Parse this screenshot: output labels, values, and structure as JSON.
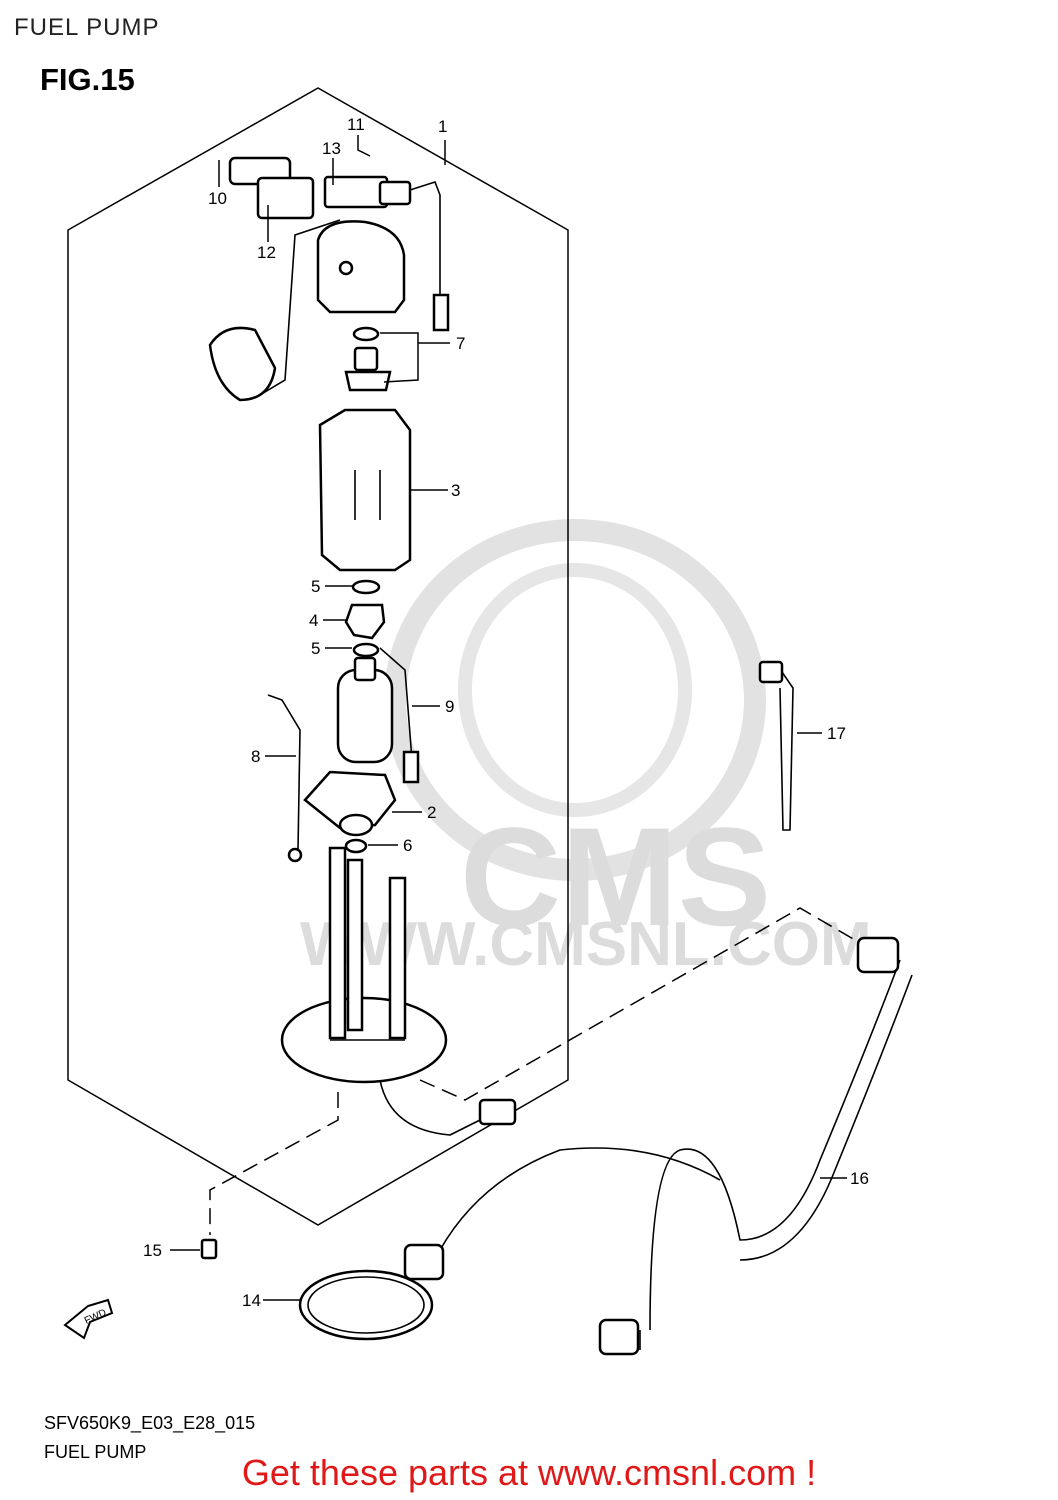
{
  "header": {
    "title": "FUEL PUMP",
    "figure": "FIG.15"
  },
  "callouts": [
    {
      "id": "c1",
      "text": "1"
    },
    {
      "id": "c2",
      "text": "2"
    },
    {
      "id": "c3",
      "text": "3"
    },
    {
      "id": "c4",
      "text": "4"
    },
    {
      "id": "c5a",
      "text": "5"
    },
    {
      "id": "c5b",
      "text": "5"
    },
    {
      "id": "c6",
      "text": "6"
    },
    {
      "id": "c7",
      "text": "7"
    },
    {
      "id": "c8",
      "text": "8"
    },
    {
      "id": "c9",
      "text": "9"
    },
    {
      "id": "c10",
      "text": "10"
    },
    {
      "id": "c11",
      "text": "11"
    },
    {
      "id": "c12",
      "text": "12"
    },
    {
      "id": "c13",
      "text": "13"
    },
    {
      "id": "c14",
      "text": "14"
    },
    {
      "id": "c15",
      "text": "15"
    },
    {
      "id": "c16",
      "text": "16"
    },
    {
      "id": "c17",
      "text": "17"
    }
  ],
  "direction_badge": "FWD",
  "watermark": {
    "brand": "CMS",
    "url": "WWW.CMSNL.COM"
  },
  "footer": {
    "code": "SFV650K9_E03_E28_015",
    "name": "FUEL PUMP",
    "promo": "Get these parts at www.cmsnl.com !"
  },
  "colors": {
    "promo": "#e01818",
    "watermark": "#dcdcdc",
    "ink": "#000000"
  }
}
